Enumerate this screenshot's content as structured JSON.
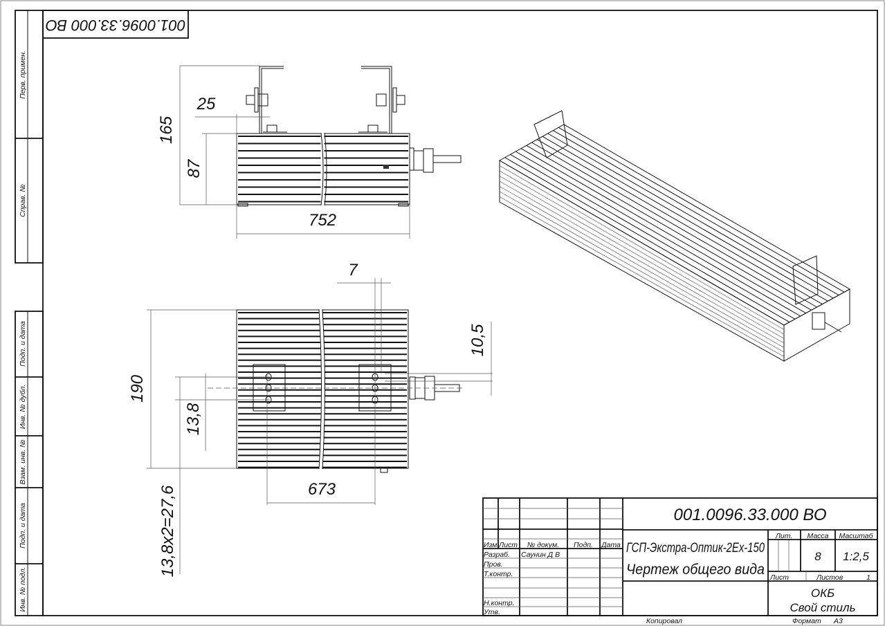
{
  "stamp_rotated": "001.0096.33.000 ВО",
  "side_labels": [
    "Перв. примен.",
    "Справ. №",
    "Подп. и дата",
    "Инв. № дубл.",
    "Взам. инв. №",
    "Подп. и дата",
    "Инв. № подл."
  ],
  "dimensions": {
    "d165": "165",
    "d25": "25",
    "d87": "87",
    "d752": "752",
    "d7": "7",
    "d10_5": "10,5",
    "d190": "190",
    "d13_8": "13,8",
    "d673": "673",
    "d27_6": "13,8x2=27,6"
  },
  "title_block": {
    "designation": "001.0096.33.000 ВО",
    "product_name": "ГСП-Экстра-Оптик-2Ex-150",
    "drawing_type": "Чертеж общего вида",
    "headers": {
      "izm": "Изм",
      "list": "Лист",
      "doc_no": "№ докум.",
      "podp": "Подп.",
      "date": "Дата"
    },
    "roles": {
      "razrab": "Разраб.",
      "prov": "Пров.",
      "tkontr": "Т.контр.",
      "nkontr": "Н.контр.",
      "utv": "Утв."
    },
    "developer": "Саунин Д В",
    "lit_label": "Лит.",
    "mass_label": "Масса",
    "scale_label": "Масштаб",
    "mass_value": "8",
    "scale_value": "1:2,5",
    "sheet_label": "Лист",
    "sheets_label": "Листов",
    "sheets_value": "1",
    "org_line1": "ОКБ",
    "org_line2": "Свой стиль"
  },
  "footer": {
    "copied": "Копировал",
    "format_label": "Формат",
    "format_value": "А3"
  }
}
